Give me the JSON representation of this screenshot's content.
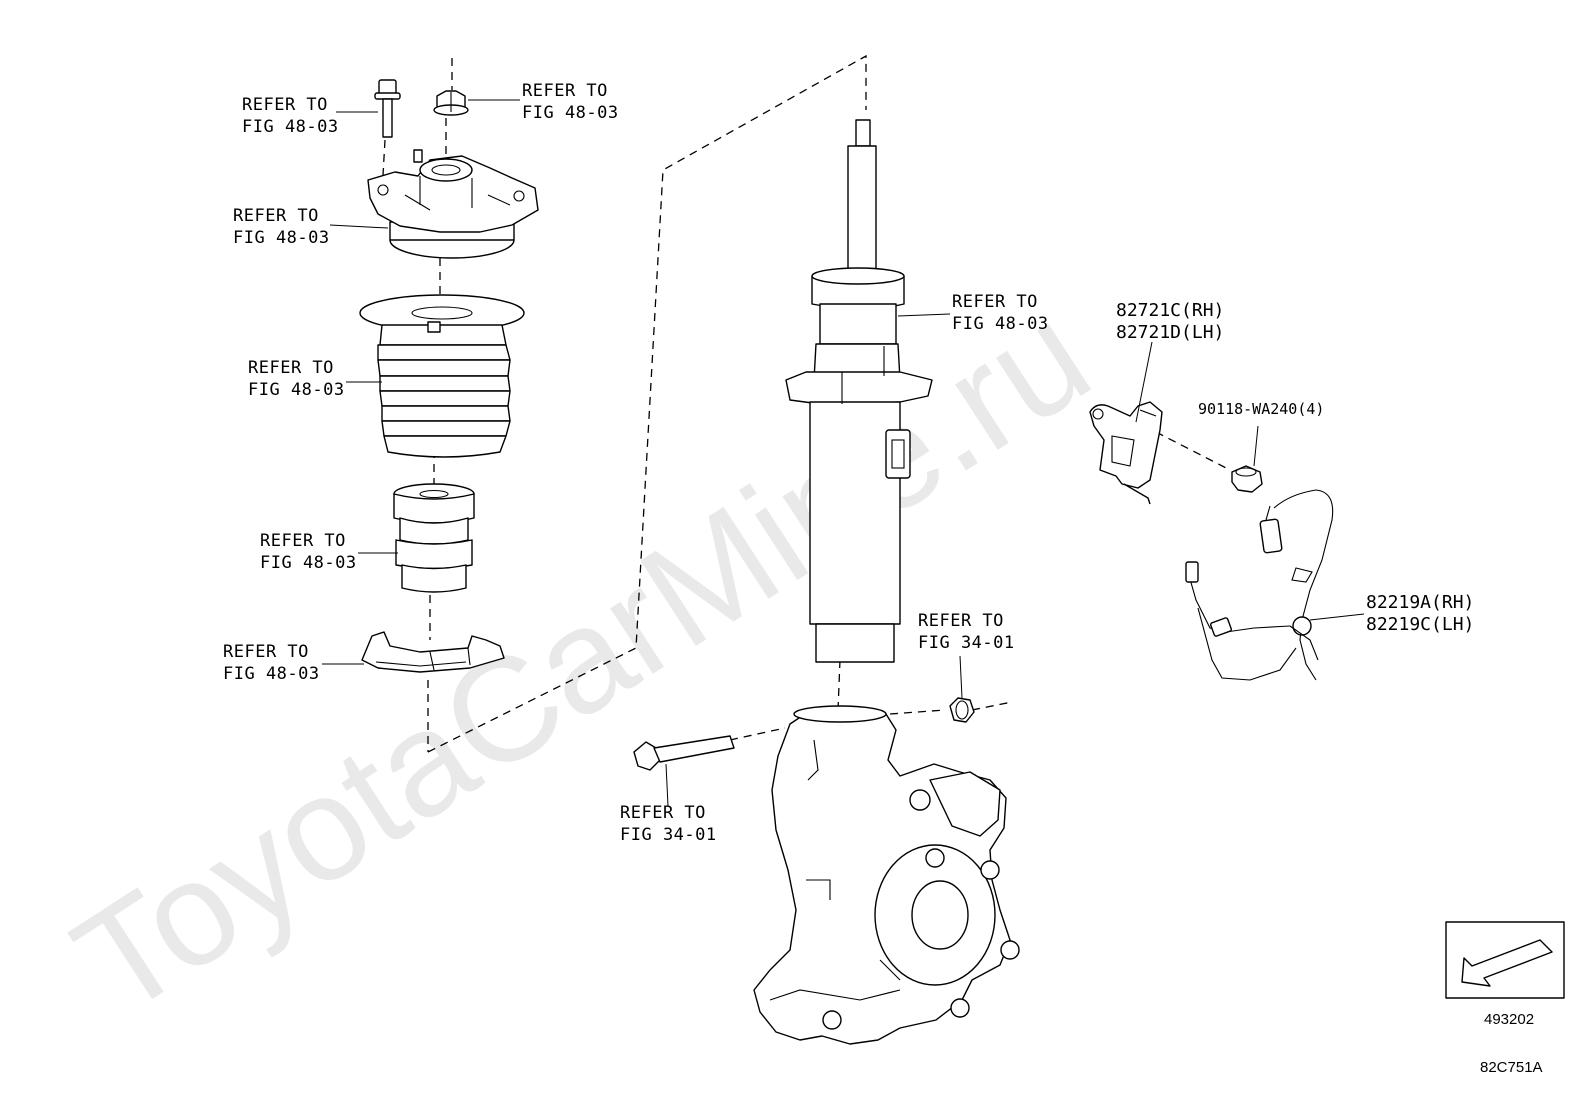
{
  "watermark": "ToyotaCarMine.ru",
  "callouts": {
    "bolt_top": [
      "REFER TO",
      "FIG 48-03"
    ],
    "nut_top": [
      "REFER TO",
      "FIG 48-03"
    ],
    "upper_mount": [
      "REFER TO",
      "FIG 48-03"
    ],
    "dust_boot": [
      "REFER TO",
      "FIG 48-03"
    ],
    "bump_stopper": [
      "REFER TO",
      "FIG 48-03"
    ],
    "lower_insulator": [
      "REFER TO",
      "FIG 48-03"
    ],
    "shock_absorber": [
      "REFER TO",
      "FIG 48-03"
    ],
    "knuckle_nut": [
      "REFER TO",
      "FIG 34-01"
    ],
    "knuckle_bolt": [
      "REFER TO",
      "FIG 34-01"
    ]
  },
  "parts": {
    "bracket": [
      "82721C(RH)",
      "82721D(LH)"
    ],
    "screw": "90118-WA240(4)",
    "sensor": [
      "82219A(RH)",
      "82219C(LH)"
    ]
  },
  "orientation_code": "493202",
  "figure_code": "82C751A"
}
